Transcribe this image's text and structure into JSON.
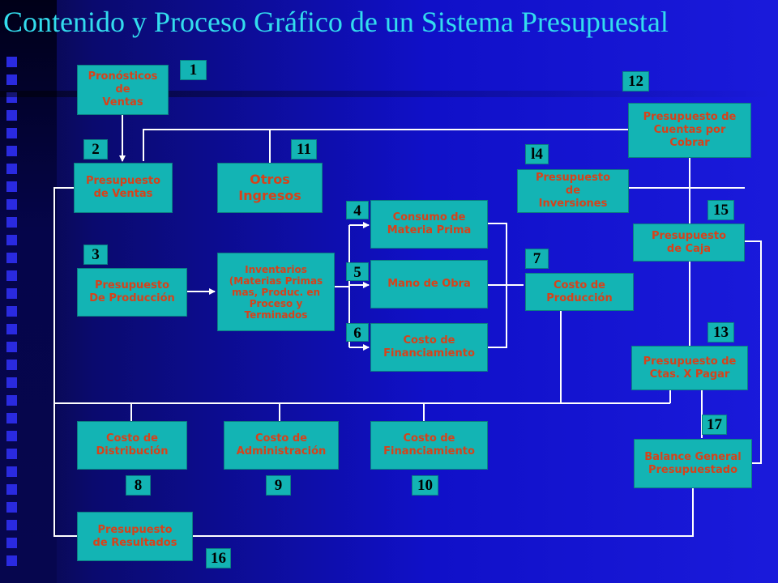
{
  "title": "Contenido y Proceso Gráfico de un Sistema Presupuestal",
  "boxes": {
    "pronosticos_ventas": "Pronósticos\nde\nVentas",
    "presupuesto_ventas": "Presupuesto\nde Ventas",
    "otros_ingresos": "Otros\nIngresos",
    "presupuesto_cuentas_cobrar": "Presupuesto de\nCuentas por\nCobrar",
    "presupuesto_inversiones": "Presupuesto\nde\nInversiones",
    "presupuesto_produccion": "Presupuesto\nDe Producción",
    "inventarios": "Inventarios\n(Materias Primas\nmas, Produc. en\nProceso y\nTerminados",
    "consumo_materia_prima": "Consumo de\nMateria Prima",
    "mano_de_obra": "Mano de Obra",
    "costo_financiamiento_1": "Costo de\nFinanciamiento",
    "costo_produccion": "Costo de\nProducción",
    "presupuesto_caja": "Presupuesto\nde Caja",
    "presupuesto_ctas_pagar": "Presupuesto de\nCtas. X Pagar",
    "costo_distribucion": "Costo de\nDistribución",
    "costo_administracion": "Costo de\nAdministración",
    "costo_financiamiento_2": "Costo de\nFinanciamiento",
    "balance_general": "Balance General\nPresupuestado",
    "presupuesto_resultados": "Presupuesto\nde Resultados"
  },
  "numbers": {
    "n1": "1",
    "n2": "2",
    "n3": "3",
    "n4": "4",
    "n5": "5",
    "n6": "6",
    "n7": "7",
    "n8": "8",
    "n9": "9",
    "n10": "10",
    "n11": "11",
    "n12": "12",
    "n13": "13",
    "n14": "l4",
    "n15": "15",
    "n16": "16",
    "n17": "17"
  },
  "colors": {
    "box_fill": "#13b4b4",
    "box_text": "#d7421a",
    "number_text": "#000000",
    "connector": "#ffffff",
    "title": "#33ddee",
    "background": "#1010c8"
  }
}
